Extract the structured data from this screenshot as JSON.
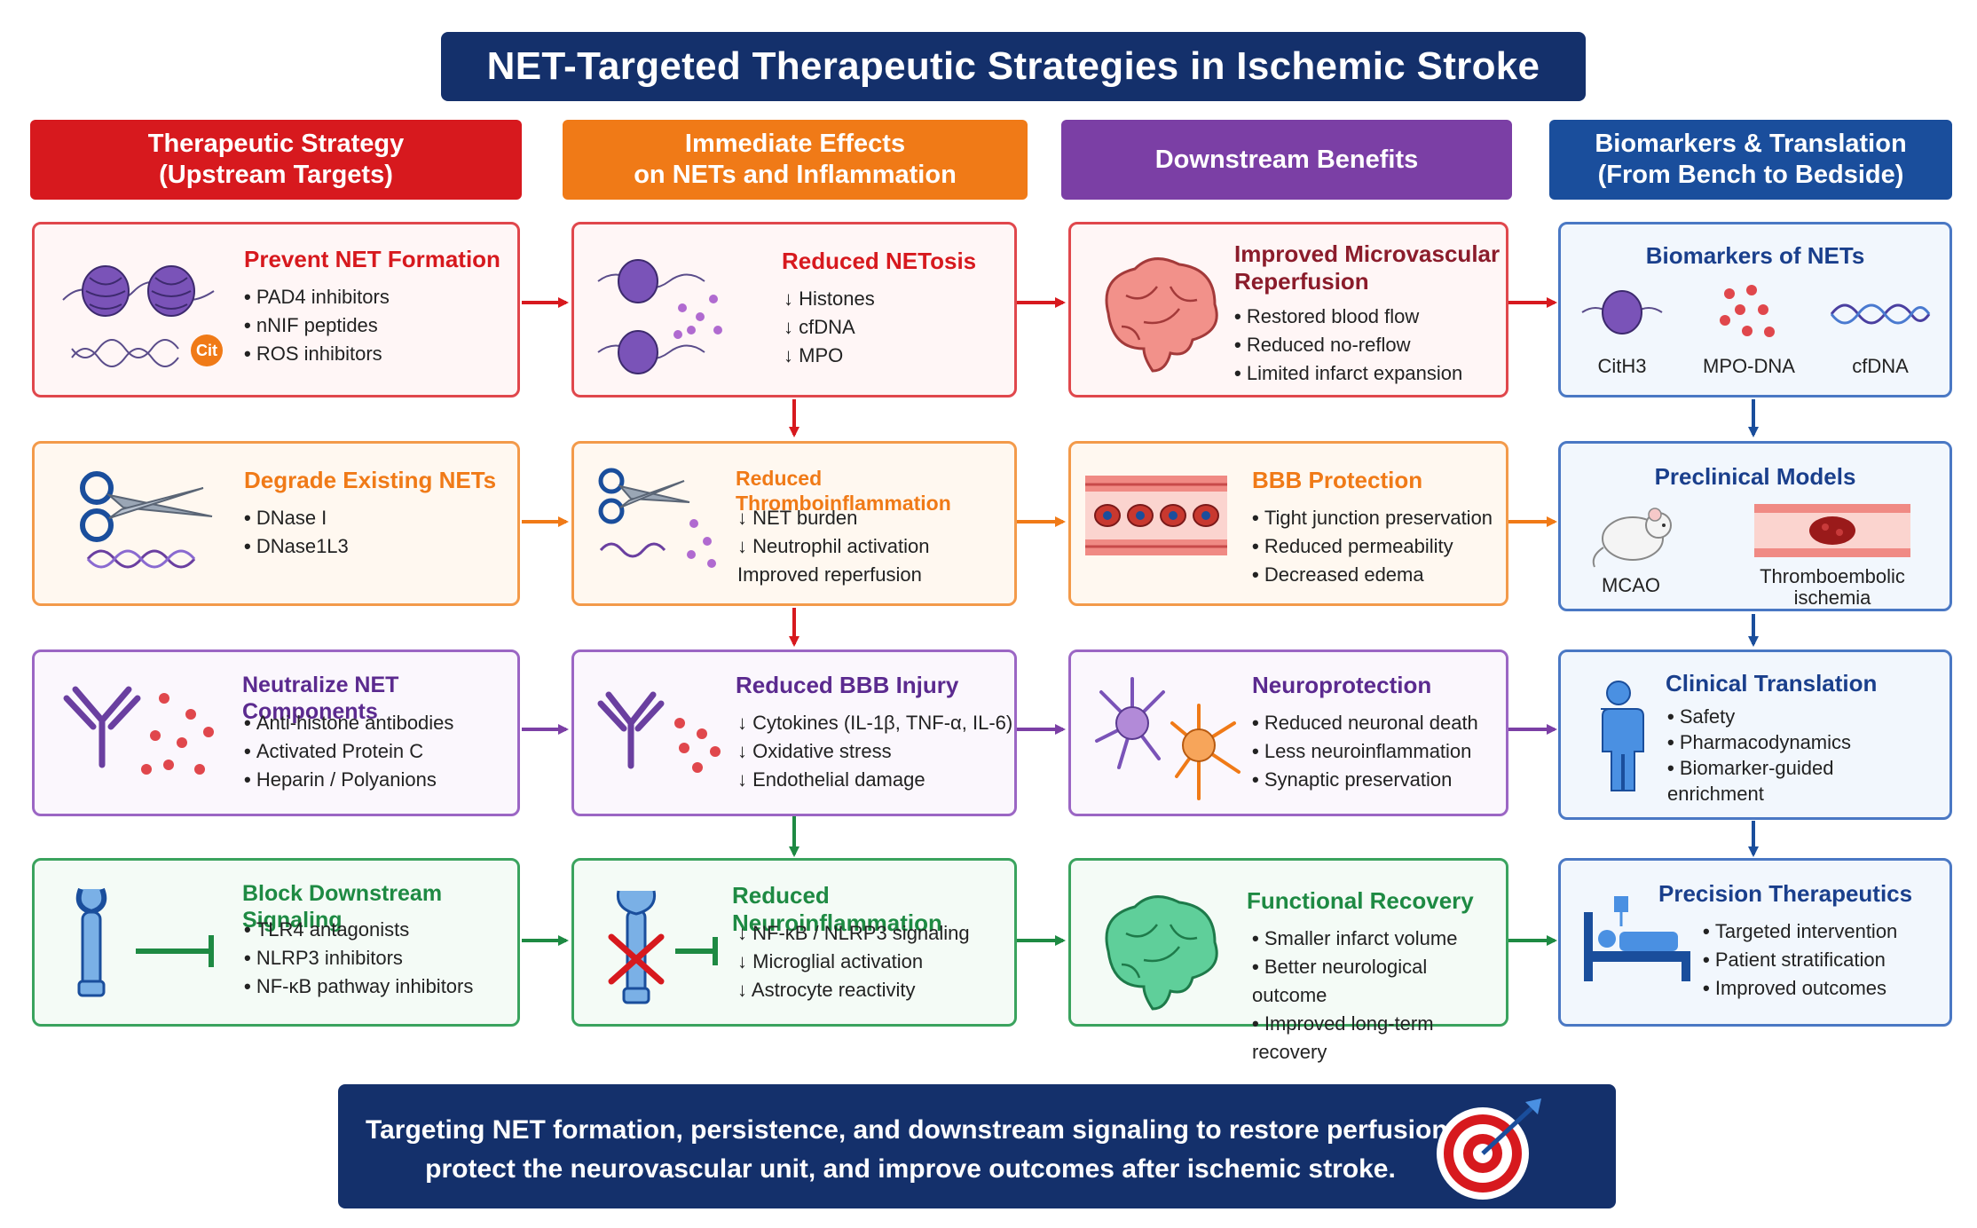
{
  "title": "NET-Targeted Therapeutic Strategies in Ischemic Stroke",
  "colors": {
    "navy": "#14306b",
    "red": "#d7191e",
    "orange": "#f07a17",
    "purple": "#7b3fa5",
    "green": "#1e8a43",
    "blue": "#1a4e9c"
  },
  "columns": [
    "Therapeutic Strategy\n(Upstream Targets)",
    "Immediate Effects\non NETs and Inflammation",
    "Downstream Benefits",
    "Biomarkers & Translation\n(From Bench to Bedside)"
  ],
  "rows": [
    {
      "strategy": {
        "title": "Prevent NET Formation",
        "items": [
          "PAD4 inhibitors",
          "nNIF peptides",
          "ROS inhibitors"
        ],
        "badge": "Cit"
      },
      "effect": {
        "title": "Reduced NETosis",
        "items": [
          "↓ Histones",
          "↓ cfDNA",
          "↓ MPO"
        ]
      },
      "benefit": {
        "title": "Improved Microvascular\nReperfusion",
        "items": [
          "Restored blood flow",
          "Reduced no-reflow",
          "Limited infarct expansion"
        ]
      }
    },
    {
      "strategy": {
        "title": "Degrade Existing NETs",
        "items": [
          "DNase I",
          "DNase1L3"
        ]
      },
      "effect": {
        "title": "Reduced Thromboinflammation",
        "items": [
          "↓ NET burden",
          "↓ Neutrophil activation",
          "Improved reperfusion"
        ]
      },
      "benefit": {
        "title": "BBB Protection",
        "items": [
          "Tight junction preservation",
          "Reduced permeability",
          "Decreased edema"
        ]
      }
    },
    {
      "strategy": {
        "title": "Neutralize NET Components",
        "items": [
          "Anti-histone antibodies",
          "Activated Protein C",
          "Heparin / Polyanions"
        ]
      },
      "effect": {
        "title": "Reduced BBB Injury",
        "items": [
          "↓ Cytokines (IL-1β, TNF-α, IL-6)",
          "↓ Oxidative stress",
          "↓ Endothelial damage"
        ]
      },
      "benefit": {
        "title": "Neuroprotection",
        "items": [
          "Reduced neuronal death",
          "Less neuroinflammation",
          "Synaptic preservation"
        ]
      }
    },
    {
      "strategy": {
        "title": "Block Downstream Signaling",
        "items": [
          "TLR4 antagonists",
          "NLRP3 inhibitors",
          "NF-κB pathway inhibitors"
        ]
      },
      "effect": {
        "title": "Reduced Neuroinflammation",
        "items": [
          "↓ NF-κB / NLRP3 signaling",
          "↓ Microglial activation",
          "↓ Astrocyte reactivity"
        ]
      },
      "benefit": {
        "title": "Functional Recovery",
        "items": [
          "Smaller infarct volume",
          "Better neurological outcome",
          "Improved long-term recovery"
        ]
      }
    }
  ],
  "translation": {
    "biomarkers": {
      "title": "Biomarkers of NETs",
      "labels": [
        "CitH3",
        "MPO-DNA",
        "cfDNA"
      ]
    },
    "preclinical": {
      "title": "Preclinical Models",
      "labels": [
        "MCAO",
        "Thromboembolic\nischemia"
      ]
    },
    "clinical": {
      "title": "Clinical Translation",
      "items": [
        "Safety",
        "Pharmacodynamics",
        "Biomarker-guided\nenrichment"
      ]
    },
    "precision": {
      "title": "Precision Therapeutics",
      "items": [
        "Targeted intervention",
        "Patient stratification",
        "Improved outcomes"
      ]
    }
  },
  "footer": "Targeting NET formation, persistence, and downstream signaling to restore perfusion,\nprotect the neurovascular unit, and improve outcomes after ischemic stroke."
}
